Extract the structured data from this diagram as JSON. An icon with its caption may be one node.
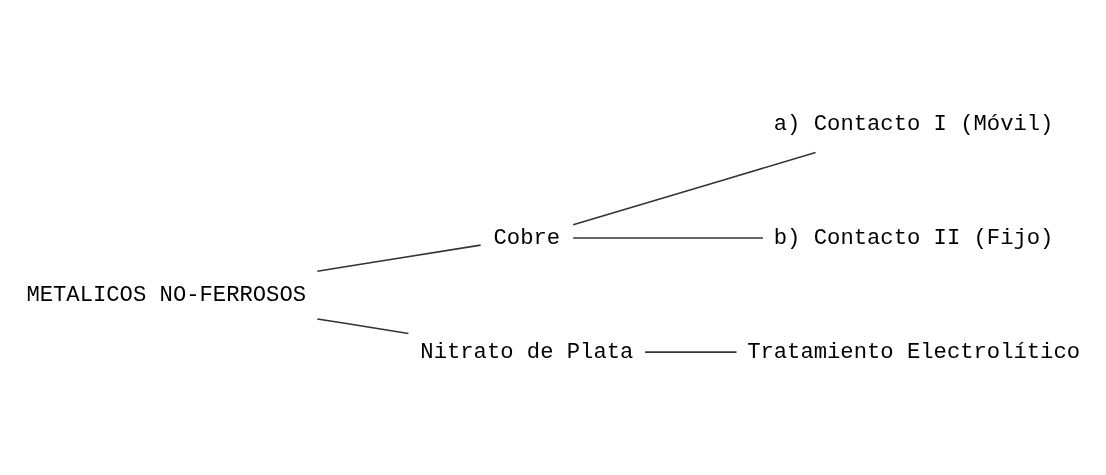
{
  "diagram": {
    "nodes": [
      {
        "text": [
          "METALICOS NO-FERROSOS"
        ]
      },
      {
        "text": [
          "Cobre"
        ]
      },
      {
        "text": [
          "a) Contacto I (Móvil)"
        ]
      },
      {
        "text": [
          "b) Contacto II (Fijo)"
        ]
      },
      {
        "text": [
          "Nitrato de Plata"
        ]
      },
      {
        "text": [
          "Tratamiento Electrolítico"
        ]
      }
    ],
    "edges": [
      {
        "from": 0,
        "to": 1,
        "arrow": "none"
      },
      {
        "from": 0,
        "to": 4,
        "arrow": "none"
      },
      {
        "from": 1,
        "to": 2,
        "arrow": "none"
      },
      {
        "from": 1,
        "to": 3,
        "arrow": "none"
      },
      {
        "from": 4,
        "to": 5,
        "arrow": "none"
      }
    ]
  }
}
